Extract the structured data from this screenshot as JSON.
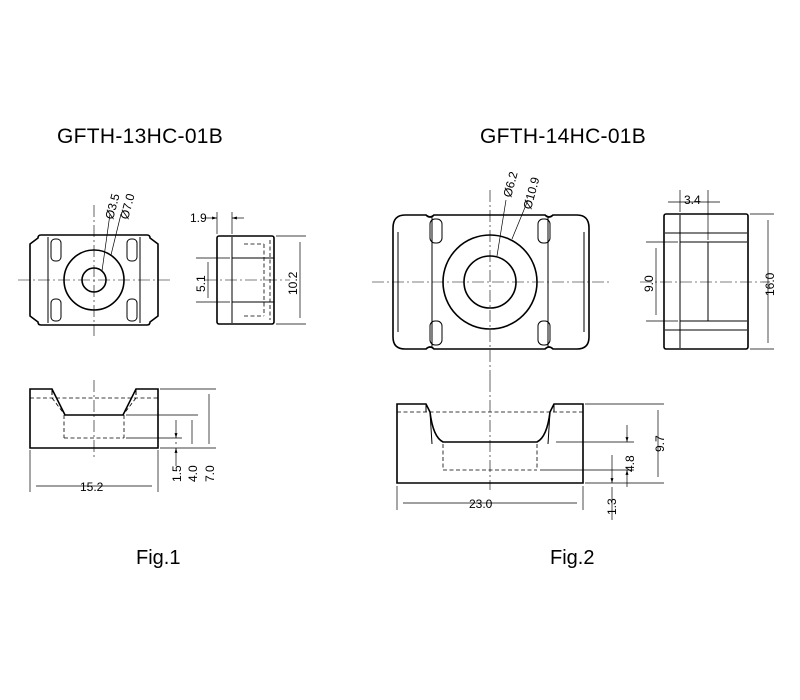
{
  "figures": [
    {
      "title": "GFTH-13HC-01B",
      "caption": "Fig.1",
      "dims": {
        "hole_dia": "Ø3.5",
        "boss_dia": "Ø7.0",
        "side_top": "1.9",
        "side_slot": "5.1",
        "side_height": "10.2",
        "front_width": "15.2",
        "front_h1": "1.5",
        "front_h2": "4.0",
        "front_h3": "7.0"
      }
    },
    {
      "title": "GFTH-14HC-01B",
      "caption": "Fig.2",
      "dims": {
        "hole_dia": "Ø6.2",
        "boss_dia": "Ø10.9",
        "side_top": "3.4",
        "side_slot": "9.0",
        "side_height": "16.0",
        "front_width": "23.0",
        "front_h1": "4.8",
        "front_h2": "9.7",
        "front_h3": "1.3"
      }
    }
  ]
}
